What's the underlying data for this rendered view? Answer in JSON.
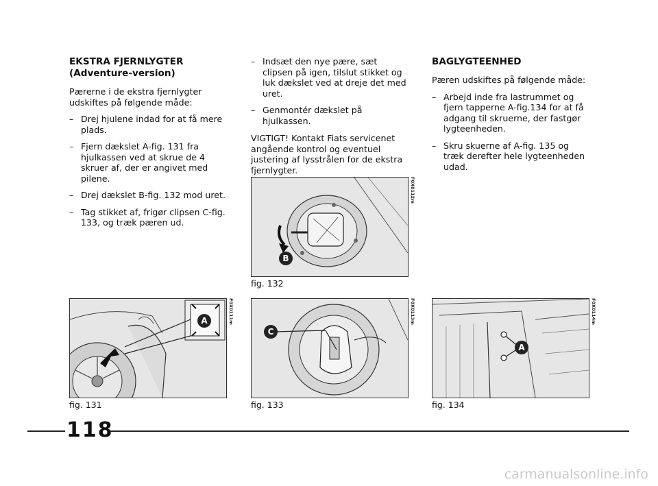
{
  "col1": {
    "heading_line1": "EKSTRA FJERNLYGTER",
    "heading_line2": "(Adventure-version)",
    "intro": "Pærerne i de ekstra fjernlygter udskiftes på følgende måde:",
    "bullets": [
      "Drej hjulene indad for at få mere plads.",
      "Fjern dækslet A-fig. 131 fra hjulkassen ved at skrue de 4 skruer af, der er angivet med pilene.",
      "Drej dækslet B-fig. 132 mod uret.",
      "Tag stikket af, frigør clipsen C-fig. 133, og træk pæren ud."
    ]
  },
  "col2": {
    "bullets": [
      "Indsæt den nye pære, sæt clipsen på igen, tilslut stikket og luk dækslet ved at dreje det med uret.",
      "Genmontér dækslet på hjulkassen."
    ],
    "warning": "VIGTIGT! Kontakt Fiats servicenet angående kontrol og eventuel justering af lysstrålen for de ekstra fjernlygter."
  },
  "col3": {
    "heading": "BAGLYGTEENHED",
    "intro": "Pæren udskiftes på følgende måde:",
    "bullets": [
      "Arbejd inde fra lastrummet og fjern tapperne A-fig.134 for at få adgang til skruerne, der fastgør lygteenheden.",
      "Skru skuerne af A-fig. 135 og træk derefter hele lygteenheden udad."
    ]
  },
  "figures": {
    "fig131": {
      "caption": "fig. 131",
      "code": "F0X0111m",
      "label": "A"
    },
    "fig132": {
      "caption": "fig. 132",
      "code": "F0X0112m",
      "label": "B"
    },
    "fig133": {
      "caption": "fig. 133",
      "code": "F0X0113m",
      "label": "C"
    },
    "fig134": {
      "caption": "fig. 134",
      "code": "F0X0114m",
      "label": "A"
    }
  },
  "page_number": "118",
  "watermark": "carmanualsonline.info"
}
